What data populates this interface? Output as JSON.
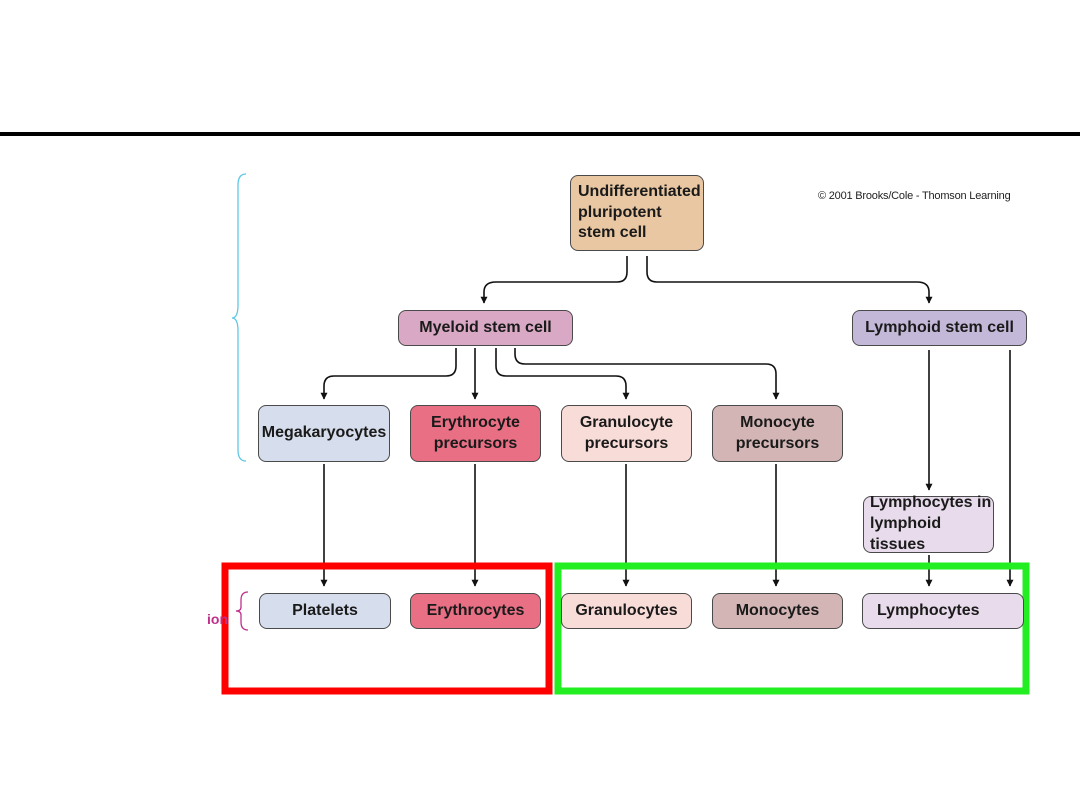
{
  "copyright": "© 2001 Brooks/Cole - Thomson Learning",
  "side_fragment": "ion",
  "colors": {
    "tan": "#e8c7a2",
    "pink": "#d9a8c4",
    "lavender": "#c4b8d8",
    "lightblue": "#d6ddec",
    "red": "#e86f84",
    "peach": "#f8dcd8",
    "mauve": "#d3b5b5",
    "lightlavender": "#e8dcec",
    "highlight_red": "#ff0000",
    "highlight_green": "#22ee22",
    "brace_cyan": "#5fc8e6",
    "brace_magenta": "#c0308a"
  },
  "nodes": {
    "stem": "Undifferentiated\npluripotent\nstem cell",
    "myeloid": "Myeloid stem cell",
    "lymphoid": "Lymphoid stem cell",
    "megakaryocytes": "Megakaryocytes",
    "erythrocyte_precursors": "Erythrocyte\nprecursors",
    "granulocyte_precursors": "Granulocyte\nprecursors",
    "monocyte_precursors": "Monocyte\nprecursors",
    "lymphocytes_tissues": "Lymphocytes in\nlymphoid tissues",
    "platelets": "Platelets",
    "erythrocytes": "Erythrocytes",
    "granulocytes": "Granulocytes",
    "monocytes": "Monocytes",
    "lymphocytes": "Lymphocytes"
  }
}
